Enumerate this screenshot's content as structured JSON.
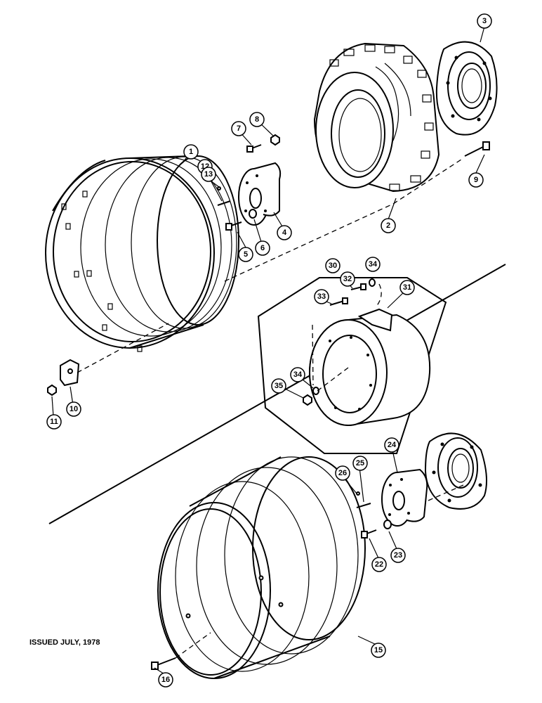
{
  "footer": {
    "issued": "ISSUED JULY, 1978"
  },
  "callouts": {
    "c1": "1",
    "c2": "2",
    "c3": "3",
    "c4": "4",
    "c5": "5",
    "c6": "6",
    "c7": "7",
    "c8": "8",
    "c9": "9",
    "c10": "10",
    "c11": "11",
    "c12": "12",
    "c13": "13",
    "c15": "15",
    "c16": "16",
    "c22": "22",
    "c23": "23",
    "c24": "24",
    "c25": "25",
    "c26": "26",
    "c30": "30",
    "c31": "31",
    "c32": "32",
    "c33": "33",
    "c34a": "34",
    "c34b": "34",
    "c35": "35"
  }
}
